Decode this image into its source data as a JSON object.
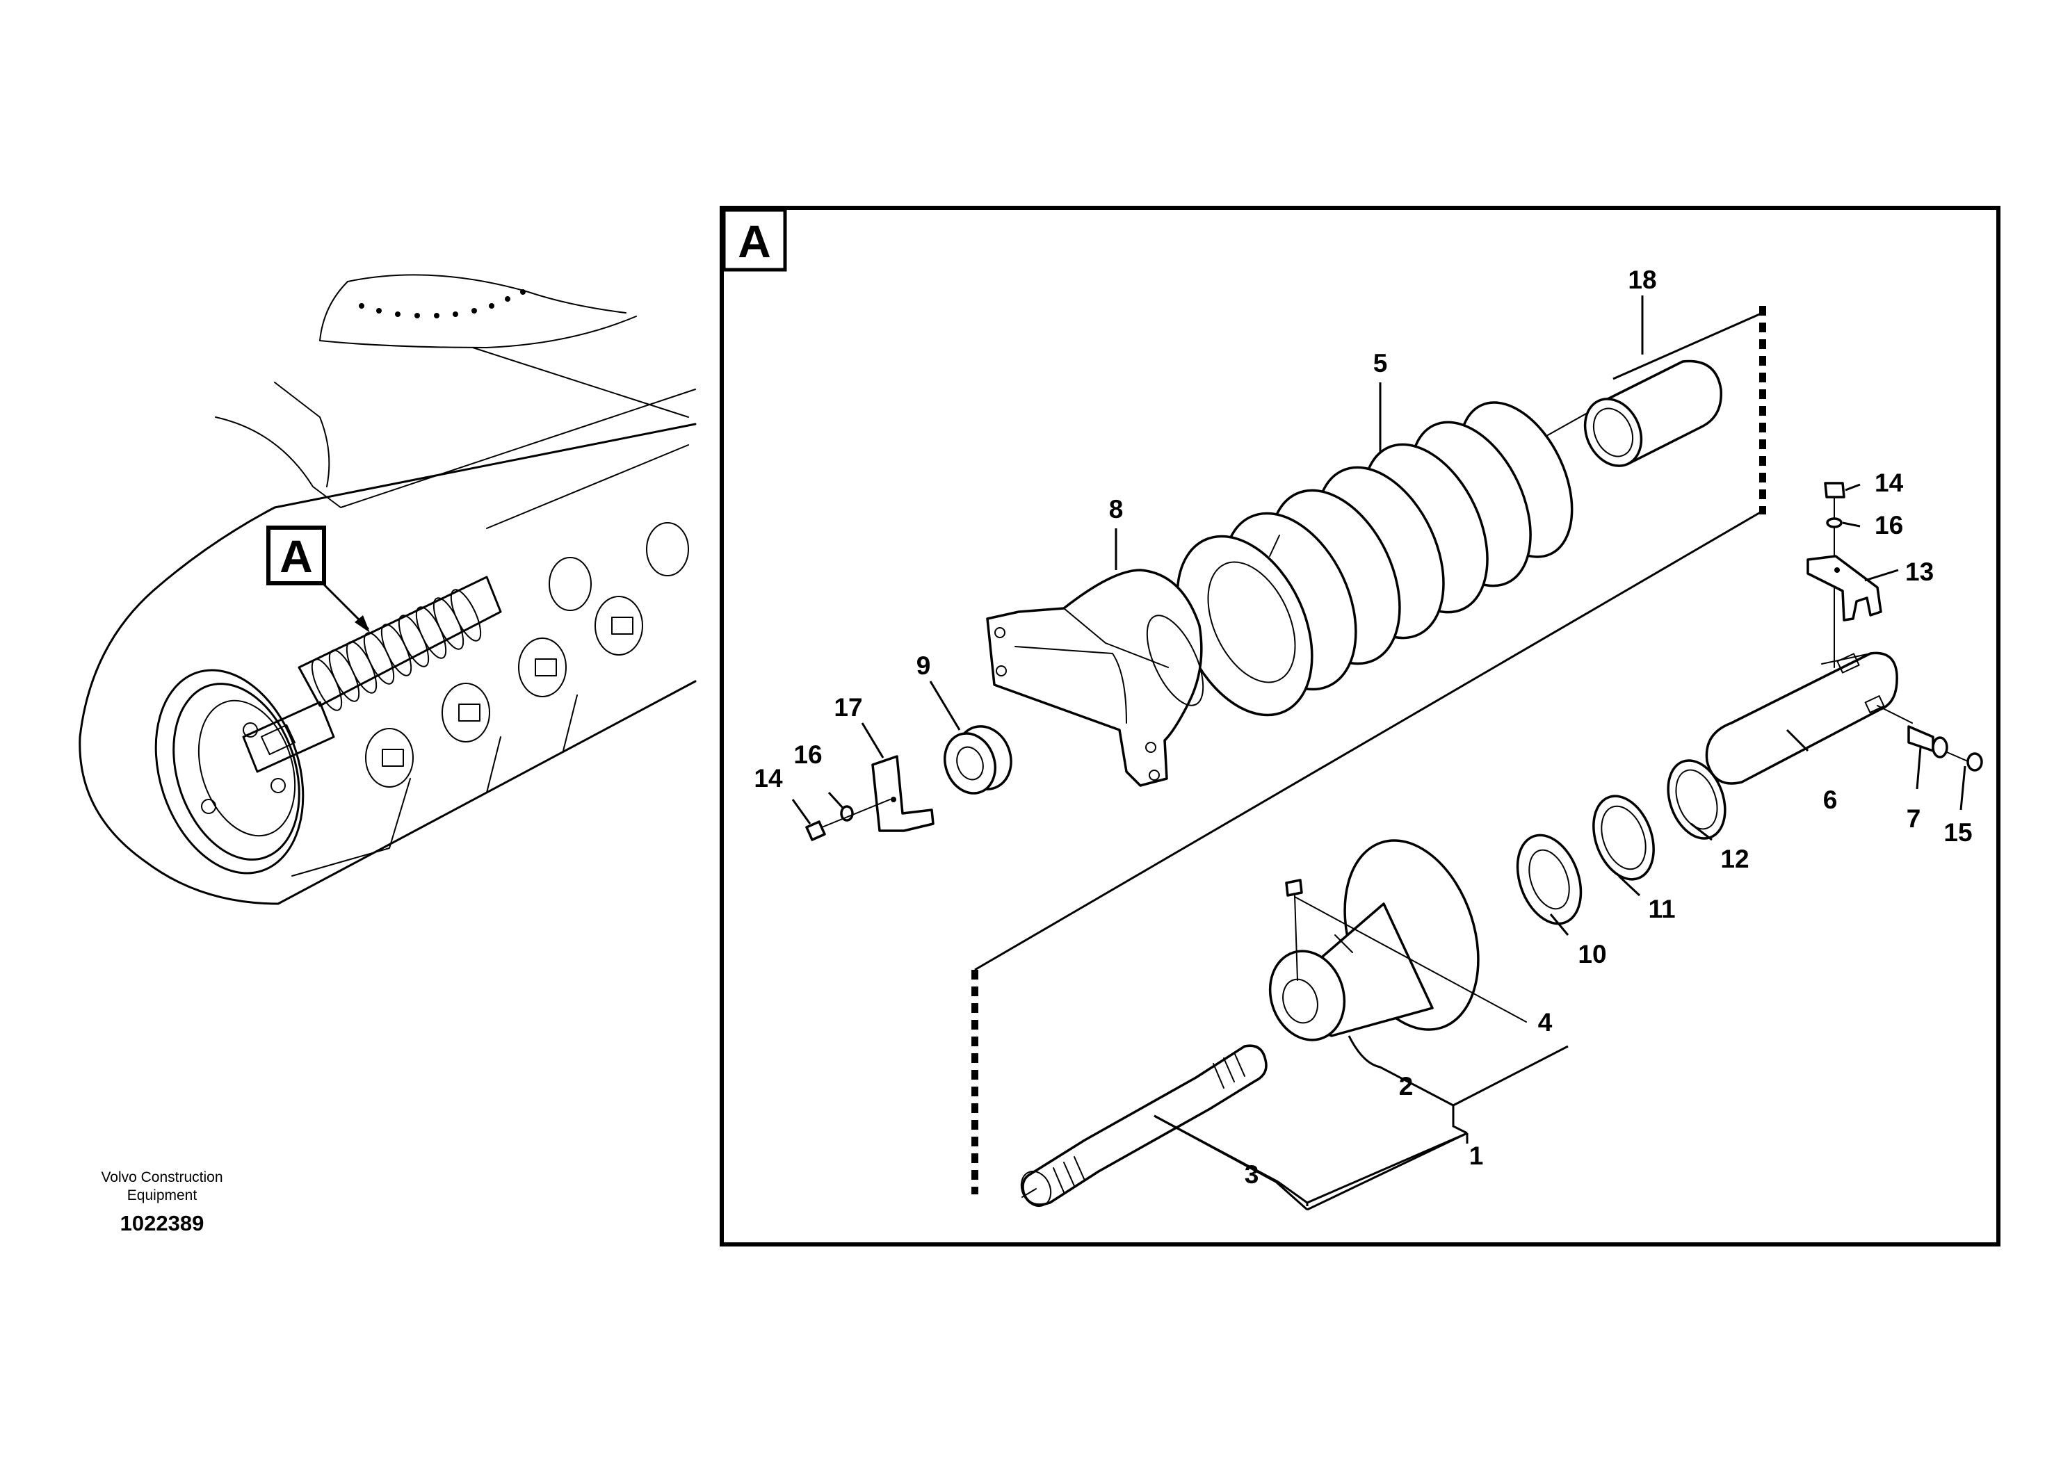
{
  "detail": {
    "letter": "A"
  },
  "overview": {
    "callout_letter": "A"
  },
  "caption": {
    "line1": "Volvo Construction",
    "line2": "Equipment",
    "number": "1022389"
  },
  "part_labels": {
    "p1": "1",
    "p2": "2",
    "p3": "3",
    "p4": "4",
    "p5": "5",
    "p6": "6",
    "p7": "7",
    "p8": "8",
    "p9": "9",
    "p10": "10",
    "p11": "11",
    "p12": "12",
    "p13": "13",
    "p14a": "14",
    "p14b": "14",
    "p15": "15",
    "p16a": "16",
    "p16b": "16",
    "p17": "17",
    "p18": "18"
  }
}
